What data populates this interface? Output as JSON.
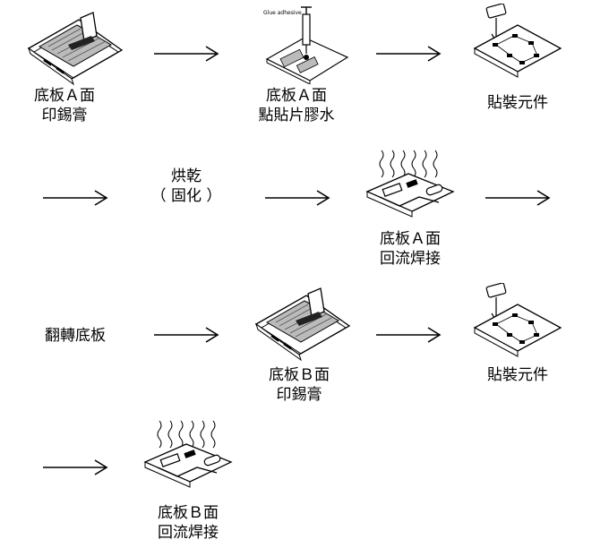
{
  "steps": [
    {
      "line1": "底板Ａ面",
      "line2": "印錫膏"
    },
    {
      "line1": "底板Ａ面",
      "line2": "點貼片膠水",
      "caption": "Glue adhesive"
    },
    {
      "line1": "貼裝元件",
      "line2": ""
    },
    {
      "line1": "烘乾",
      "line2": "（ 固化 ）"
    },
    {
      "line1": "底板Ａ面",
      "line2": "回流焊接"
    },
    {
      "line1": "翻轉底板",
      "line2": ""
    },
    {
      "line1": "底板Ｂ面",
      "line2": "印錫膏"
    },
    {
      "line1": "貼裝元件",
      "line2": ""
    },
    {
      "line1": "底板Ｂ面",
      "line2": "回流焊接"
    }
  ],
  "icons": {
    "print": "stencil-squeegee-icon",
    "glue": "glue-syringe-icon",
    "place": "component-placement-icon",
    "reflow": "reflow-heat-icon",
    "arrow": "right-arrow-icon"
  }
}
